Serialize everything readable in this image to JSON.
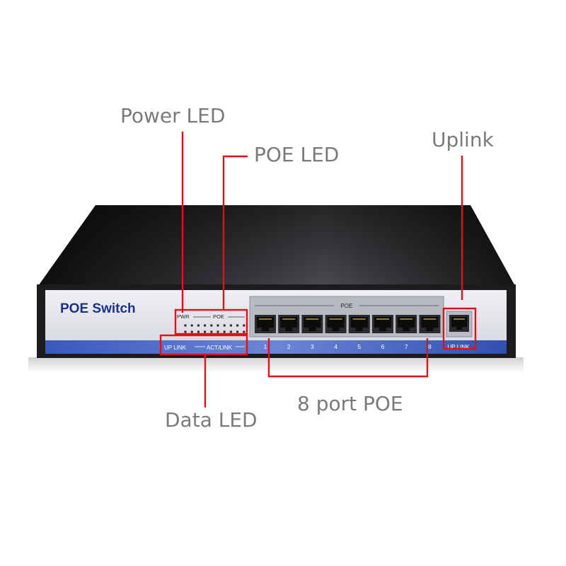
{
  "device": {
    "brand_label": "POE Switch",
    "led_labels": {
      "pwr": "PWR",
      "poe": "POE",
      "uplink": "UP LINK",
      "act_link": "ACT/LINK"
    },
    "poe_group_label": "POE",
    "port_numbers": [
      "1",
      "2",
      "3",
      "4",
      "5",
      "6",
      "7",
      "8"
    ],
    "uplink_port_label": "UP LINK"
  },
  "callouts": {
    "power_led": "Power LED",
    "poe_led": "POE LED",
    "uplink": "Uplink",
    "data_led": "Data LED",
    "port_poe": "8 port POE"
  },
  "colors": {
    "panel": "#e4e4ea",
    "brand_text": "#1b2f8c",
    "blue_strip": "#2f4eae",
    "annotation_red": "#e0101c",
    "label_gray": "#7a7a7a",
    "chassis": "#1c1c1e"
  }
}
